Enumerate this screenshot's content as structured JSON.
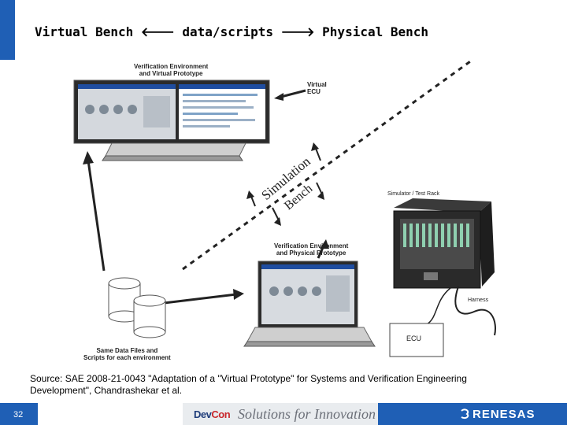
{
  "slide": {
    "title": "Virtual Bench 🡐 data/scripts 🡒 Physical Bench",
    "source_line1": "Source: SAE 2008-21-0043 \"Adaptation of a \"Virtual Prototype\" for Systems and Verification Engineering",
    "source_line2": "Development\", Chandrashekar et al.",
    "page_number": "32"
  },
  "figure": {
    "top_label_line1": "Verification Environment",
    "top_label_line2": "and Virtual Prototype",
    "virtual_ecu_line1": "Virtual",
    "virtual_ecu_line2": "ECU",
    "simulation": "Simulation",
    "bench": "Bench",
    "rack_label": "Simulator / Test Rack",
    "bottom_label_line1": "Verification Environment",
    "bottom_label_line2": "and Physical Prototype",
    "harness": "Harness",
    "ecu": "ECU",
    "data_label_line1": "Same Data Files and",
    "data_label_line2": "Scripts for each environment"
  },
  "footer": {
    "devcon_a": "Dev",
    "devcon_b": "Con",
    "tagline": "Solutions for Innovation",
    "brand": "RENESAS"
  }
}
